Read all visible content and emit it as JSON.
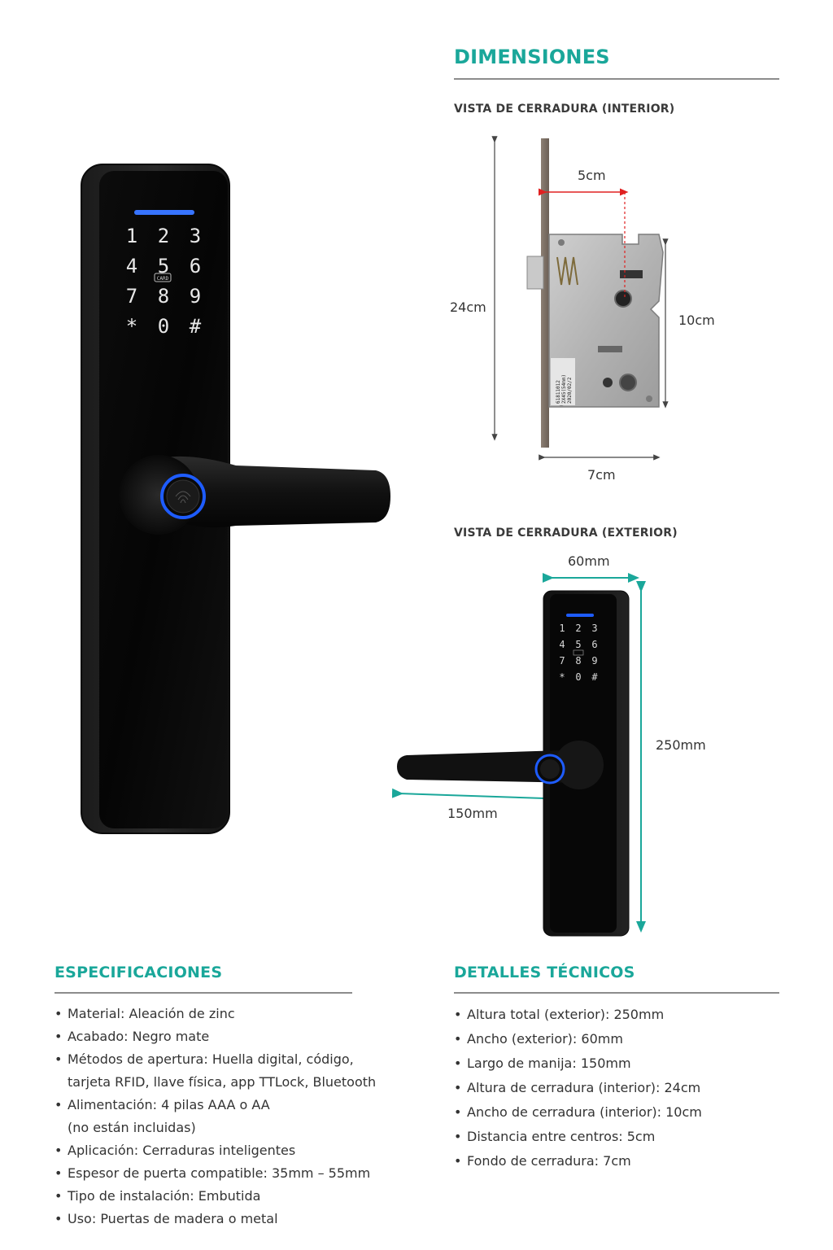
{
  "dimensions": {
    "title": "DIMENSIONES",
    "interior_label": "VISTA DE CERRADURA (INTERIOR)",
    "exterior_label": "VISTA DE CERRADURA (EXTERIOR)",
    "interior": {
      "center_distance": "5cm",
      "height": "24cm",
      "depth": "10cm",
      "width": "7cm",
      "plate_text": [
        "61811012",
        "2X45(54mm)",
        "2020/02/2"
      ]
    },
    "exterior": {
      "width": "60mm",
      "height": "250mm",
      "handle": "150mm"
    }
  },
  "keypad": {
    "keys": [
      "1",
      "2",
      "3",
      "4",
      "5",
      "6",
      "7",
      "8",
      "9",
      "*",
      "0",
      "#"
    ],
    "card_label": "CARD"
  },
  "specs": {
    "title": "ESPECIFICACIONES",
    "items": [
      {
        "text": "Material: Aleación de zinc"
      },
      {
        "text": "Acabado: Negro mate"
      },
      {
        "text": "Métodos de apertura: Huella digital, código,",
        "cont": "tarjeta RFID, llave física, app TTLock, Bluetooth"
      },
      {
        "text": "Alimentación: 4 pilas AAA o AA",
        "cont": "(no están incluidas)"
      },
      {
        "text": "Aplicación: Cerraduras inteligentes"
      },
      {
        "text": "Espesor de puerta compatible: 35mm – 55mm"
      },
      {
        "text": "Tipo de instalación: Embutida"
      },
      {
        "text": "Uso: Puertas de madera o metal"
      }
    ]
  },
  "details": {
    "title": "DETALLES TÉCNICOS",
    "items": [
      "Altura total (exterior): 250mm",
      "Ancho (exterior): 60mm",
      "Largo de manija: 150mm",
      "Altura de cerradura (interior): 24cm",
      "Ancho de cerradura (interior): 10cm",
      "Distancia entre centros: 5cm",
      "Fondo de cerradura: 7cm"
    ]
  },
  "colors": {
    "accent": "#1aa79a",
    "rule": "#8c8c8c",
    "red_dim": "#e02020",
    "teal_dim": "#1aa79a",
    "led_blue": "#1e5cff"
  }
}
